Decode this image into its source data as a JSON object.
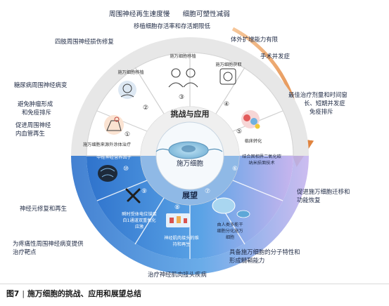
{
  "outer_top": {
    "line1": "周围神经再生速度慢      细胞可塑性减弱",
    "line2": "移植细胞存活率和存活期限低"
  },
  "outer_left": [
    "四肢周围神经损伤修复",
    "糖尿病周围神经病变",
    "避免肿瘤形成",
    "和免疫排斥",
    "促进周围神经",
    "内血管再生",
    "神经元修复和再生",
    "为疼痛性周围神经病变提供",
    "治疗靶点"
  ],
  "outer_right": [
    "体外扩增能力有限",
    "手术并发症",
    "最佳治疗剂量和时间窗",
    "长、短期并发症",
    "免疫排斥",
    "促进施万细胞迁移和",
    "功能恢复",
    "具备施万细胞的分子特性和",
    "形成髓鞘能力"
  ],
  "outer_bottom": "治疗神经肌肉接头疾病",
  "center": {
    "label": "施万细胞",
    "top_label": "挑战与应用",
    "bottom_label": "展望"
  },
  "segments": [
    {
      "num": "①",
      "text": [
        "施万细胞来源外涂体治疗"
      ]
    },
    {
      "num": "②",
      "text": [
        "施万细胞移植"
      ]
    },
    {
      "num": "③",
      "text": [
        "施万细胞移植"
      ]
    },
    {
      "num": "④",
      "text": [
        "施万细胞获取"
      ]
    },
    {
      "num": "⑤",
      "text": [
        "临床转化"
      ]
    },
    {
      "num": "⑥",
      "text": [
        "结合固相界二氧化碳",
        "纳米损面技术"
      ]
    },
    {
      "num": "⑦",
      "text": [
        "由人类多能干",
        "细胞分化施万",
        "细胞"
      ]
    },
    {
      "num": "⑧",
      "text": [
        "神经肌肉接头的维",
        "持和再生"
      ]
    },
    {
      "num": "⑨",
      "text": [
        "瞬时受体电位锚蛋",
        "白1通道双重氧化",
        "应激"
      ]
    },
    {
      "num": "⑩",
      "text": [
        "中枢神经营养因子"
      ]
    }
  ],
  "caption": {
    "fig": "图7",
    "text": "施万细胞的挑战、应用和展望总结"
  },
  "colors": {
    "top_ring": "#e9e9e9",
    "top_fill": "#ffffff",
    "bottom_left": "#3a7dd1",
    "bottom_right": "#b59ee0",
    "accent": "#e9a35f",
    "text": "#1f2a44"
  }
}
